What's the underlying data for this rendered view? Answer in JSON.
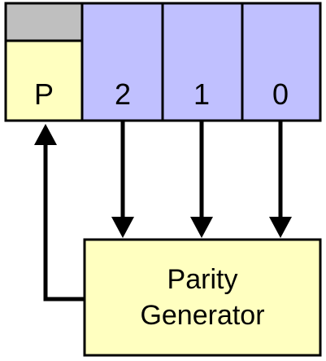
{
  "register": {
    "parity_cell": {
      "label": "P"
    },
    "data_bits": [
      {
        "label": "2"
      },
      {
        "label": "1"
      },
      {
        "label": "0"
      }
    ]
  },
  "generator": {
    "line1": "Parity",
    "line2": "Generator"
  },
  "colors": {
    "parity_fill": "#ffffc0",
    "parity_unused_fill": "#bfbfbf",
    "data_fill": "#c0c0ff",
    "generator_fill": "#ffffc0",
    "stroke": "#000000"
  }
}
